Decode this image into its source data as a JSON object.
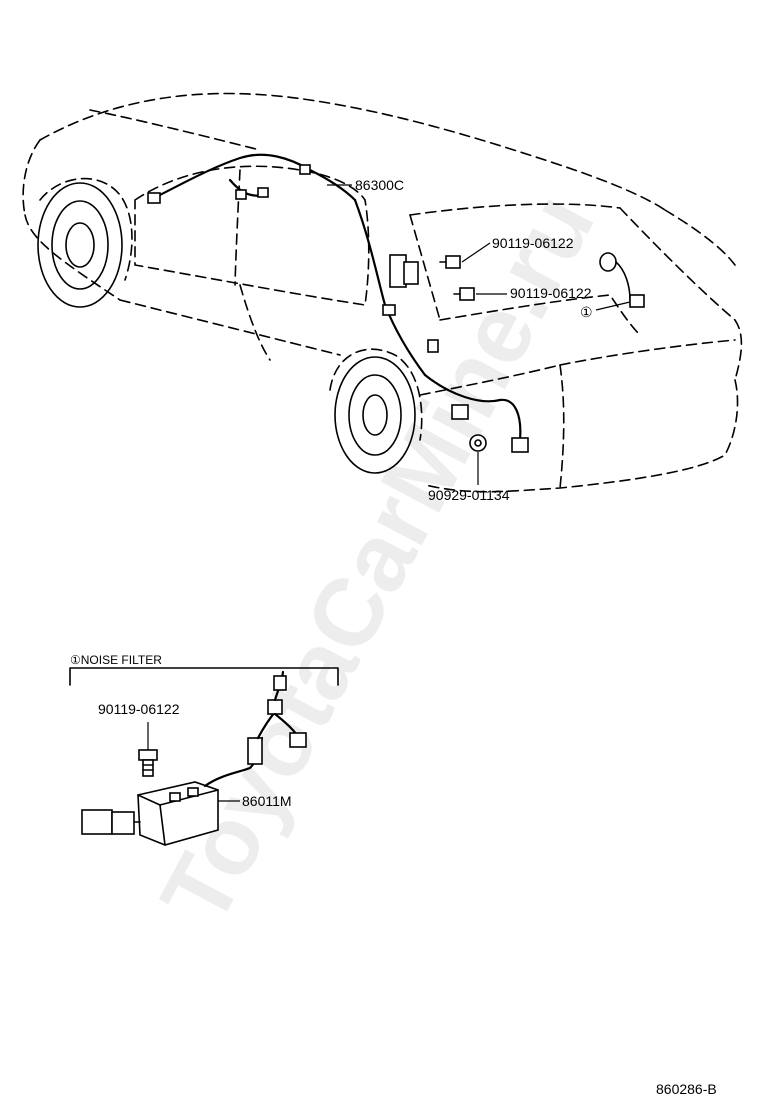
{
  "watermark": "ToyotaCarMine.ru",
  "callouts": {
    "roof_harness": "86300C",
    "bolt_upper": "90119-06122",
    "bolt_lower": "90119-06122",
    "clamp": "90929-01134",
    "ref_marker": "①"
  },
  "inset": {
    "title": "①NOISE FILTER",
    "bolt": "90119-06122",
    "filter": "86011M"
  },
  "figure_id": "860286-B"
}
